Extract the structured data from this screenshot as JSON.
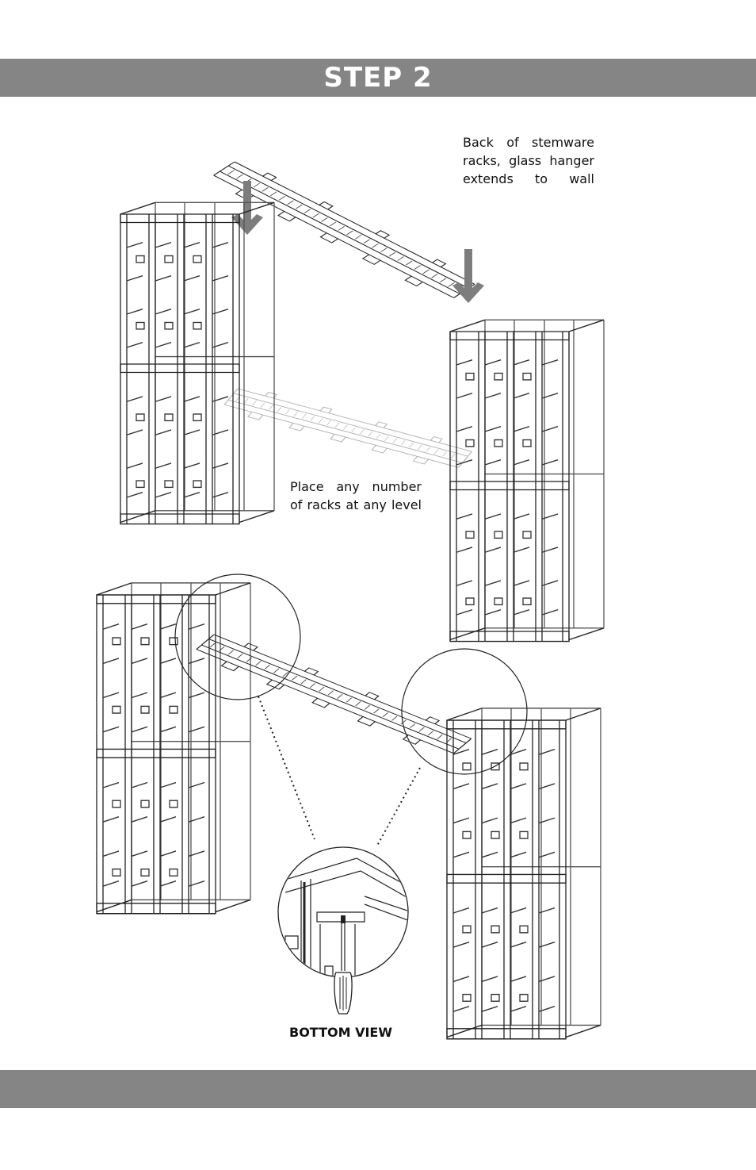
{
  "header": {
    "title": "STEP 2"
  },
  "notes": {
    "back_lines": [
      "Back of stemware",
      "racks, glass hanger",
      "extends to wall"
    ],
    "place_lines": [
      "Place any number",
      "of racks at any level"
    ]
  },
  "detail": {
    "caption": "BOTTOM VIEW"
  },
  "icons": {
    "arrows": "down-arrow-icon",
    "tool": "screwdriver-icon"
  },
  "colors": {
    "banner": "#858585",
    "arrow": "#7d7d7d",
    "line": "#222222"
  }
}
